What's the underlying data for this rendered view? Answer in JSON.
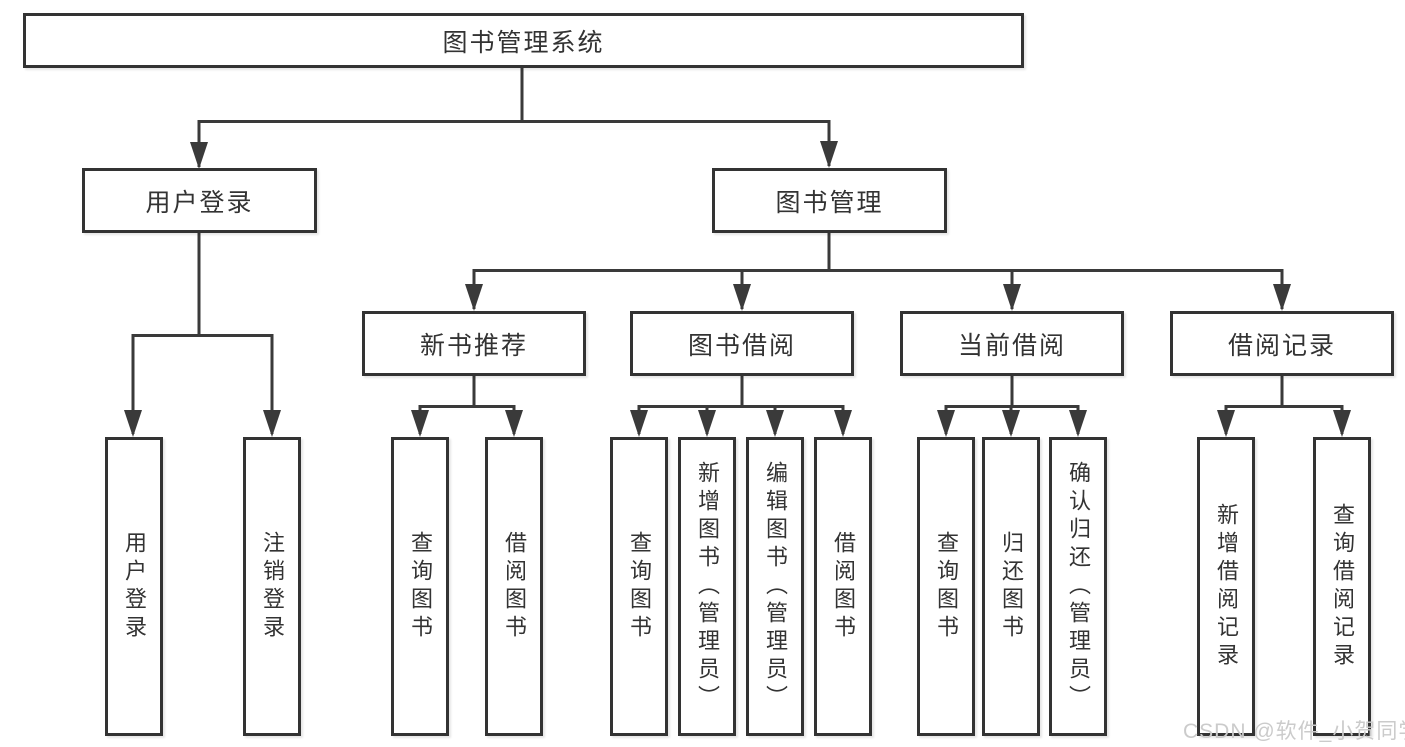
{
  "tree": {
    "root": {
      "label": "图书管理系统"
    },
    "branches": [
      {
        "label": "用户登录",
        "children": [
          {
            "label": "用户登录"
          },
          {
            "label": "注销登录"
          }
        ]
      },
      {
        "label": "图书管理",
        "children": [
          {
            "label": "新书推荐",
            "children": [
              {
                "label": "查询图书"
              },
              {
                "label": "借阅图书"
              }
            ]
          },
          {
            "label": "图书借阅",
            "children": [
              {
                "label": "查询图书"
              },
              {
                "label": "新增图书（管理员）"
              },
              {
                "label": "编辑图书（管理员）"
              },
              {
                "label": "借阅图书"
              }
            ]
          },
          {
            "label": "当前借阅",
            "children": [
              {
                "label": "查询图书"
              },
              {
                "label": "归还图书"
              },
              {
                "label": "确认归还（管理员）"
              }
            ]
          },
          {
            "label": "借阅记录",
            "children": [
              {
                "label": "新增借阅记录"
              },
              {
                "label": "查询借阅记录"
              }
            ]
          }
        ]
      }
    ]
  },
  "watermark": {
    "text": "CSDN @软件_小贺同学",
    "color": "#cbcbcb"
  },
  "colors": {
    "line": "#3a3a3a",
    "box_border": "#333333",
    "text": "#333333",
    "background": "#ffffff"
  }
}
